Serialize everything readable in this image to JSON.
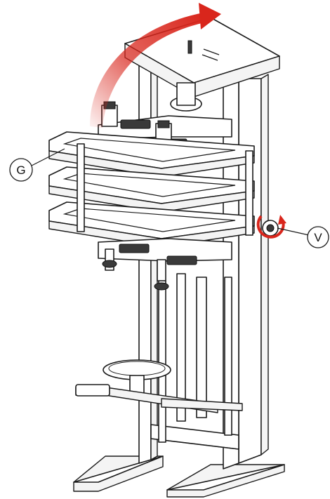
{
  "labels": {
    "g": "G",
    "v": "V"
  },
  "colors": {
    "arrow_red": "#d9261c",
    "line": "#1a1a1a",
    "background": "#ffffff"
  },
  "icons": {
    "lift_rotate_arrow": "curved-arrow-up-right",
    "knob_rotate_arrow": "circular-arrow"
  }
}
